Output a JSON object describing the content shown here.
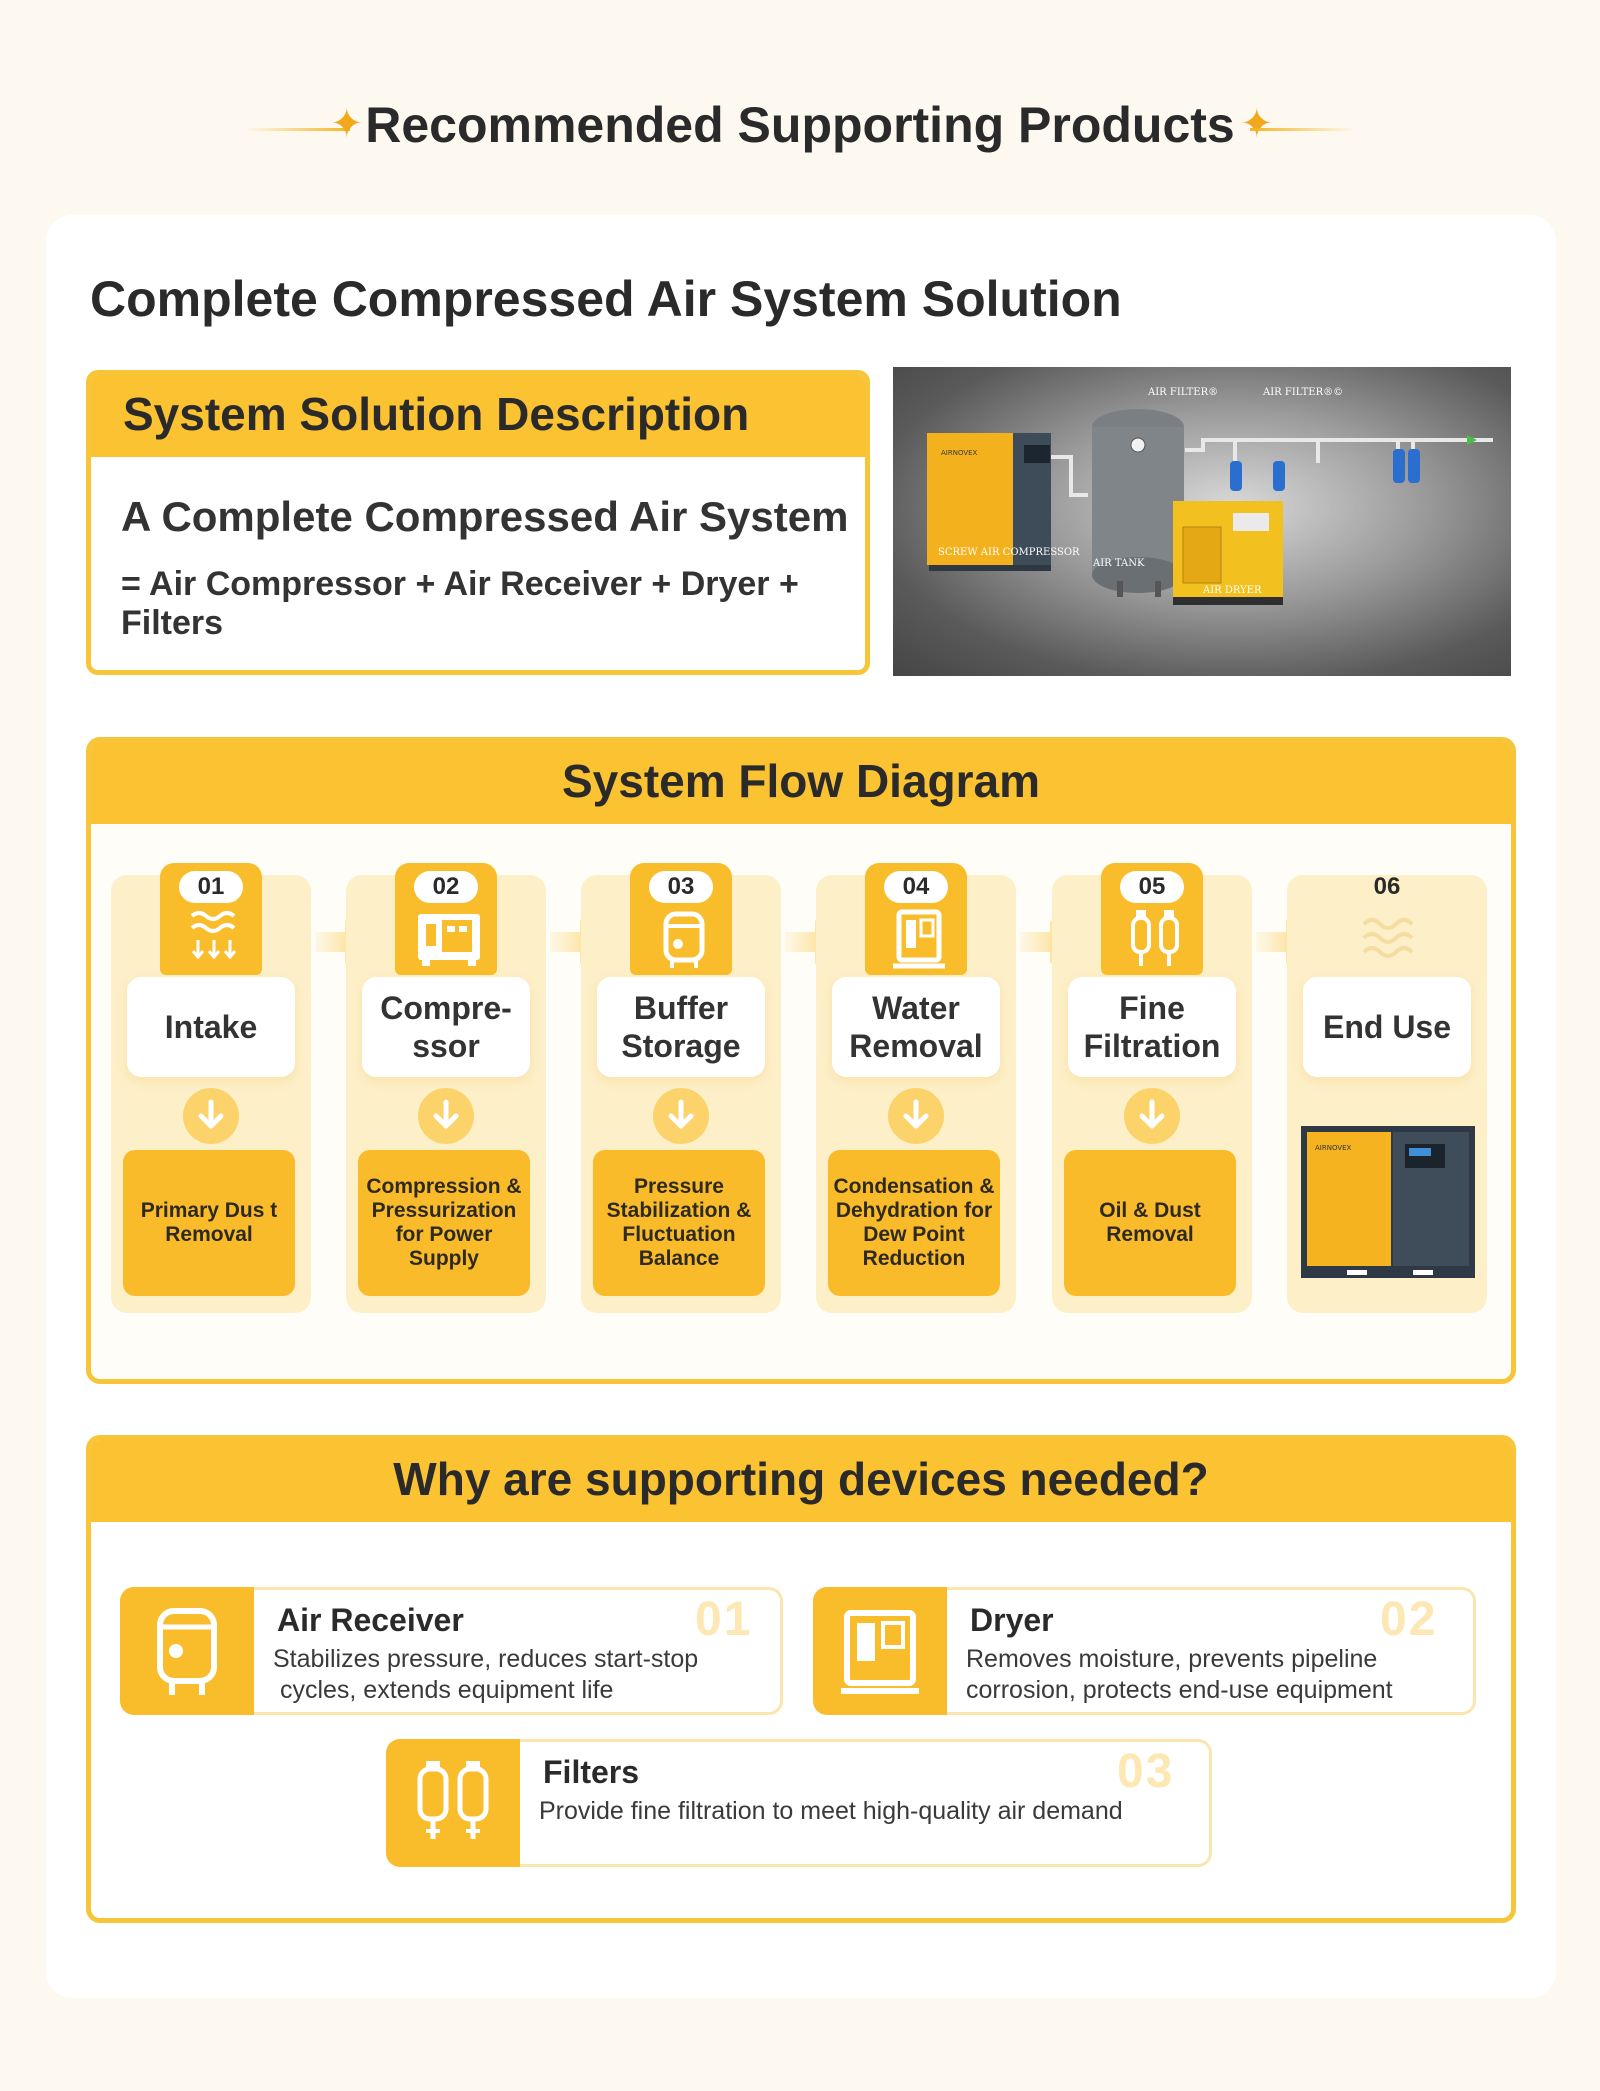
{
  "header": {
    "title": "Recommended Supporting Products"
  },
  "solution": {
    "heading": "Complete Compressed Air System Solution",
    "description": {
      "title": "System Solution Description",
      "line1": "A Complete Compressed Air System",
      "line2": "= Air Compressor + Air Receiver + Dryer + Filters"
    },
    "photo_labels": {
      "air_filter_1": "AIR FILTER®",
      "air_filter_2": "AIR FILTER®©",
      "screw_air_compressor": "SCREW AIR COMPRESSOR",
      "air_tank": "AIR TANK",
      "air_dryer": "AIR DRYER"
    }
  },
  "flow": {
    "title": "System Flow Diagram",
    "steps": [
      {
        "num": "01",
        "label": "Intake",
        "desc": "Primary Dus t Removal",
        "icon": "air-wave-icon"
      },
      {
        "num": "02",
        "label": "Compre- ssor",
        "desc": "Compression & Pressurization for Power Supply",
        "icon": "compressor-icon"
      },
      {
        "num": "03",
        "label": "Buffer Storage",
        "desc": "Pressure Stabilization & Fluctuation Balance",
        "icon": "tank-icon"
      },
      {
        "num": "04",
        "label": "Water Removal",
        "desc": "Condensation & Dehydration for Dew Point Reduction",
        "icon": "dryer-icon"
      },
      {
        "num": "05",
        "label": "Fine Filtration",
        "desc": "Oil & Dust Removal",
        "icon": "filters-icon"
      },
      {
        "num": "06",
        "label": "End Use",
        "icon": "airflow-icon"
      }
    ]
  },
  "why": {
    "title": "Why are supporting devices needed?",
    "items": [
      {
        "num": "01",
        "title": "Air Receiver",
        "text": [
          "Stabilizes pressure, reduces start-stop",
          " cycles, extends equipment life"
        ],
        "icon": "air-receiver-icon"
      },
      {
        "num": "02",
        "title": "Dryer",
        "text": [
          "Removes moisture, prevents pipeline",
          "corrosion, protects end-use equipment"
        ],
        "icon": "dryer-icon"
      },
      {
        "num": "03",
        "title": "Filters",
        "text": [
          "Provide fine filtration to meet high-quality air demand"
        ],
        "icon": "filters-icon"
      }
    ]
  },
  "colors": {
    "accent": "#fbc232",
    "accent_light": "#fdefc8",
    "text": "#2a2a2a"
  }
}
